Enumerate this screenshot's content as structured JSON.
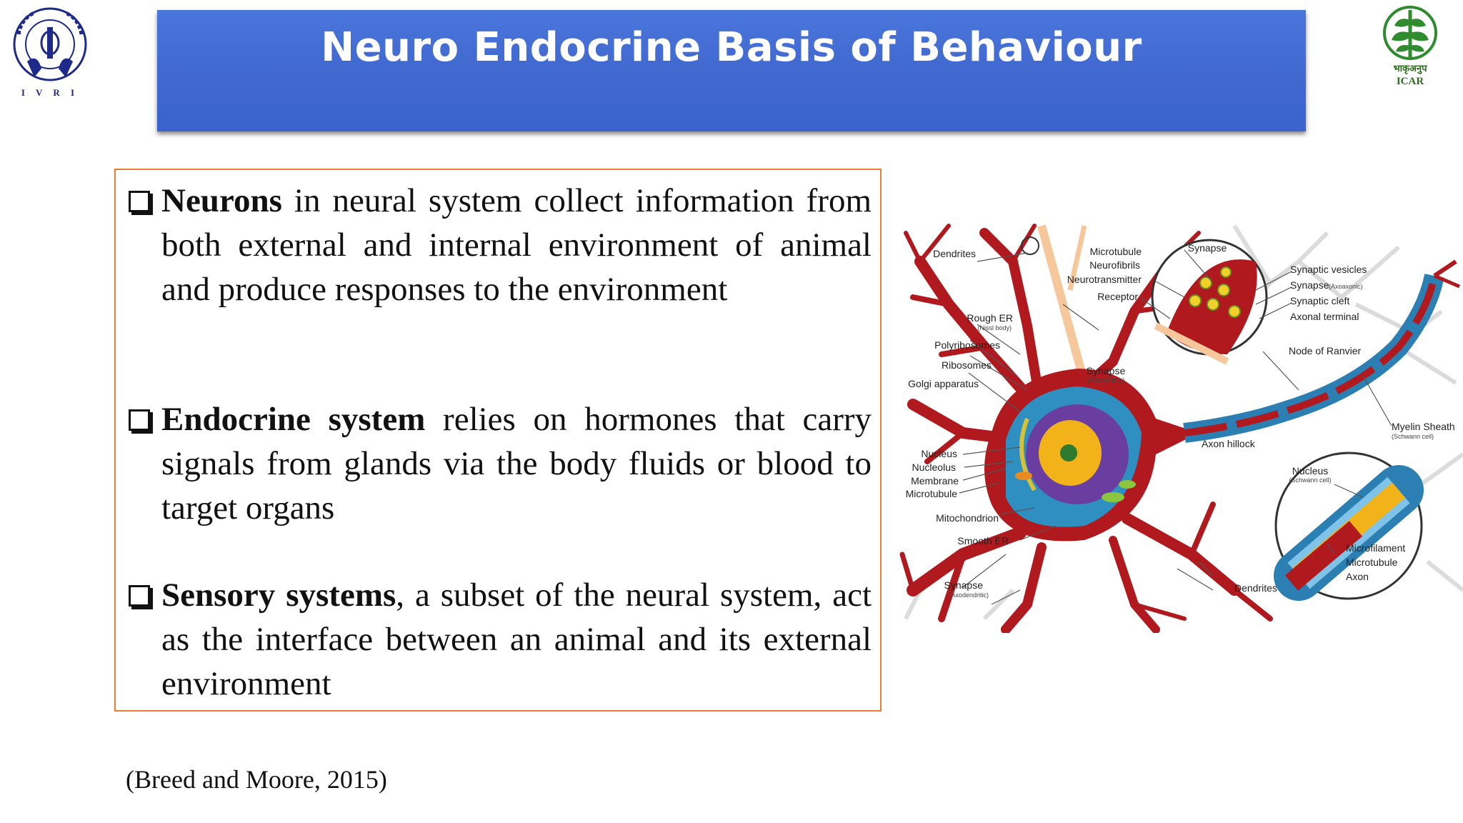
{
  "header": {
    "title": "Neuro Endocrine Basis of Behaviour",
    "left_logo": {
      "name": "IVRI logo",
      "caption": "I V R I",
      "ring_text": "भारतीय पशु चिकित्सा अनुसंधान संस्थान"
    },
    "right_logo": {
      "name": "ICAR logo",
      "caption_hindi": "भाकृअनुप",
      "caption": "ICAR"
    }
  },
  "bullets": [
    {
      "bold": "Neurons",
      "text": " in neural system collect information from both external and internal environment of animal and produce responses to the environment"
    },
    {
      "bold": "Endocrine system",
      "text": " relies on hormones that carry signals from glands via the body fluids or blood to target organs"
    },
    {
      "bold": "Sensory systems",
      "text": ", a subset of the neural system, act as the interface between an animal and its external environment"
    }
  ],
  "citation": "(Breed and Moore, 2015)",
  "diagram": {
    "labels": {
      "dendrites_top": "Dendrites",
      "microtubule_top": "Microtubule",
      "neurofibrils": "Neurofibrils",
      "neurotransmitter": "Neurotransmitter",
      "receptor": "Receptor",
      "synapse_top": "Synapse",
      "synaptic_vesicles": "Synaptic vesicles",
      "synapse_axoaxonic": "Synapse",
      "axoaxonic_sub": "(Axoaxonic)",
      "synaptic_cleft": "Synaptic cleft",
      "axonal_terminal": "Axonal terminal",
      "rough_er": "Rough ER",
      "nissl_body": "(Nissl body)",
      "polyribosomes": "Polyribosomes",
      "ribosomes": "Ribosomes",
      "golgi": "Golgi apparatus",
      "synapse_axosomatic": "Synapse",
      "axosomatic_sub": "(Axosomatic)",
      "node_of_ranvier": "Node of Ranvier",
      "myelin_sheath": "Myelin Sheath",
      "schwann_cell": "(Schwann cell)",
      "axon_hillock": "Axon hillock",
      "nucleus": "Nucleus",
      "nucleolus": "Nucleolus",
      "membrane": "Membrane",
      "microtubule_left": "Microtubule",
      "nucleus_schwann": "Nucleus",
      "schwann_cell_2": "(Schwann cell)",
      "mitochondrion": "Mitochondrion",
      "smooth_er": "Smooth ER",
      "microfilament": "Microfilament",
      "microtubule_right": "Microtubule",
      "axon": "Axon",
      "synapse_axodendritic": "Synapse",
      "axodendritic_sub": "(Axodendritic)",
      "dendrites_bottom": "Dendrites"
    }
  }
}
